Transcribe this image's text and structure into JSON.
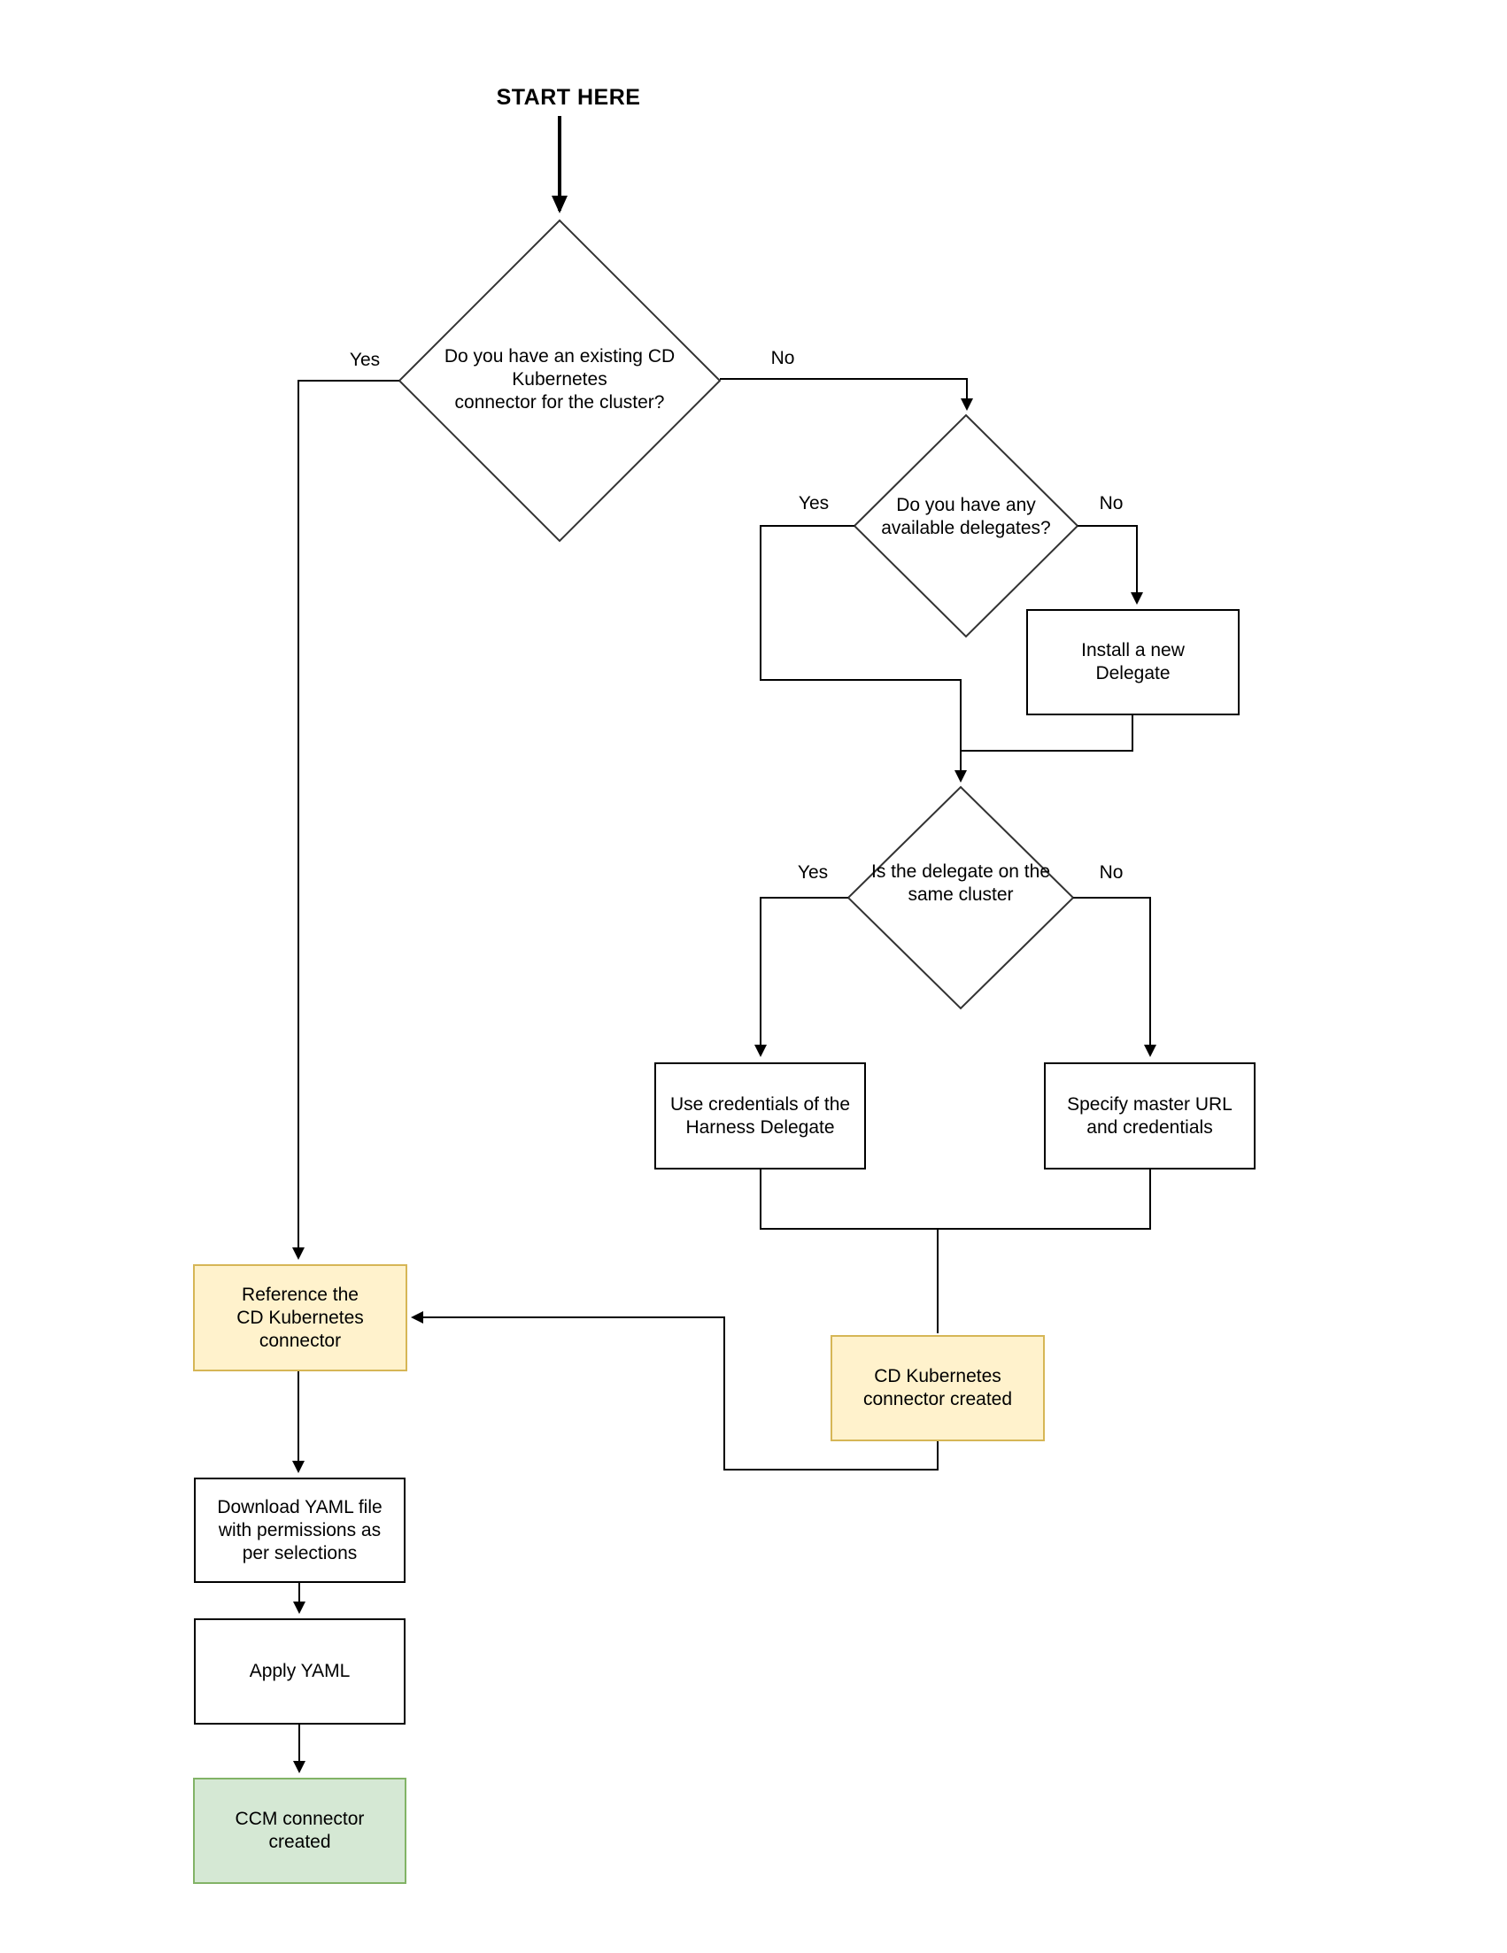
{
  "diagram": {
    "title": "START HERE",
    "nodes": {
      "existing_connector": {
        "type": "decision",
        "lines": [
          "Do you have an existing CD",
          "Kubernetes",
          "connector for the cluster?"
        ]
      },
      "available_delegates": {
        "type": "decision",
        "lines": [
          "Do you have any",
          "available delegates?"
        ]
      },
      "same_cluster": {
        "type": "decision",
        "lines": [
          "Is the delegate on the",
          "same cluster"
        ]
      },
      "install_delegate": {
        "type": "process",
        "lines": [
          "Install a new",
          "Delegate"
        ]
      },
      "use_credentials": {
        "type": "process",
        "lines": [
          "Use credentials of the",
          "Harness Delegate"
        ]
      },
      "specify_master_url": {
        "type": "process",
        "lines": [
          "Specify master URL",
          "and credentials"
        ]
      },
      "reference_connector": {
        "type": "process-highlight",
        "lines": [
          "Reference the",
          "CD Kubernetes",
          "connector"
        ]
      },
      "cd_connector_created": {
        "type": "process-highlight",
        "lines": [
          "CD Kubernetes",
          "connector created"
        ]
      },
      "download_yaml": {
        "type": "process",
        "lines": [
          "Download YAML file",
          "with permissions as",
          "per selections"
        ]
      },
      "apply_yaml": {
        "type": "process",
        "lines": [
          "Apply YAML"
        ]
      },
      "ccm_connector_created": {
        "type": "terminal-success",
        "lines": [
          "CCM connector",
          "created"
        ]
      }
    },
    "branch_labels": {
      "existing_connector_yes": "Yes",
      "existing_connector_no": "No",
      "available_delegates_yes": "Yes",
      "available_delegates_no": "No",
      "same_cluster_yes": "Yes",
      "same_cluster_no": "No"
    },
    "colors": {
      "highlight_fill": "#FFF2CC",
      "highlight_border": "#D6B656",
      "success_fill": "#D5E8D4",
      "success_border": "#82B366",
      "connector_line": "#000000"
    }
  }
}
